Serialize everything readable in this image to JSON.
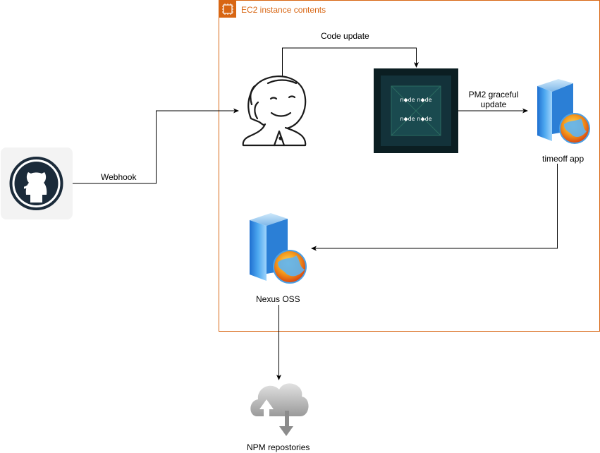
{
  "group": {
    "label": "EC2 instance contents",
    "color": "#d86613"
  },
  "nodes": {
    "github": {
      "icon": "github-icon"
    },
    "jenkins": {
      "icon": "jenkins-icon"
    },
    "nodejs": {
      "icon": "nodejs-icon"
    },
    "timeoff": {
      "label": "timeoff app",
      "icon": "web-server-icon"
    },
    "nexus": {
      "label": "Nexus OSS",
      "icon": "web-server-icon"
    },
    "npm": {
      "label": "NPM repostories",
      "icon": "cloud-icon"
    }
  },
  "edges": {
    "webhook": "Webhook",
    "code_update": "Code update",
    "pm2_line1": "PM2 graceful",
    "pm2_line2": "update"
  }
}
